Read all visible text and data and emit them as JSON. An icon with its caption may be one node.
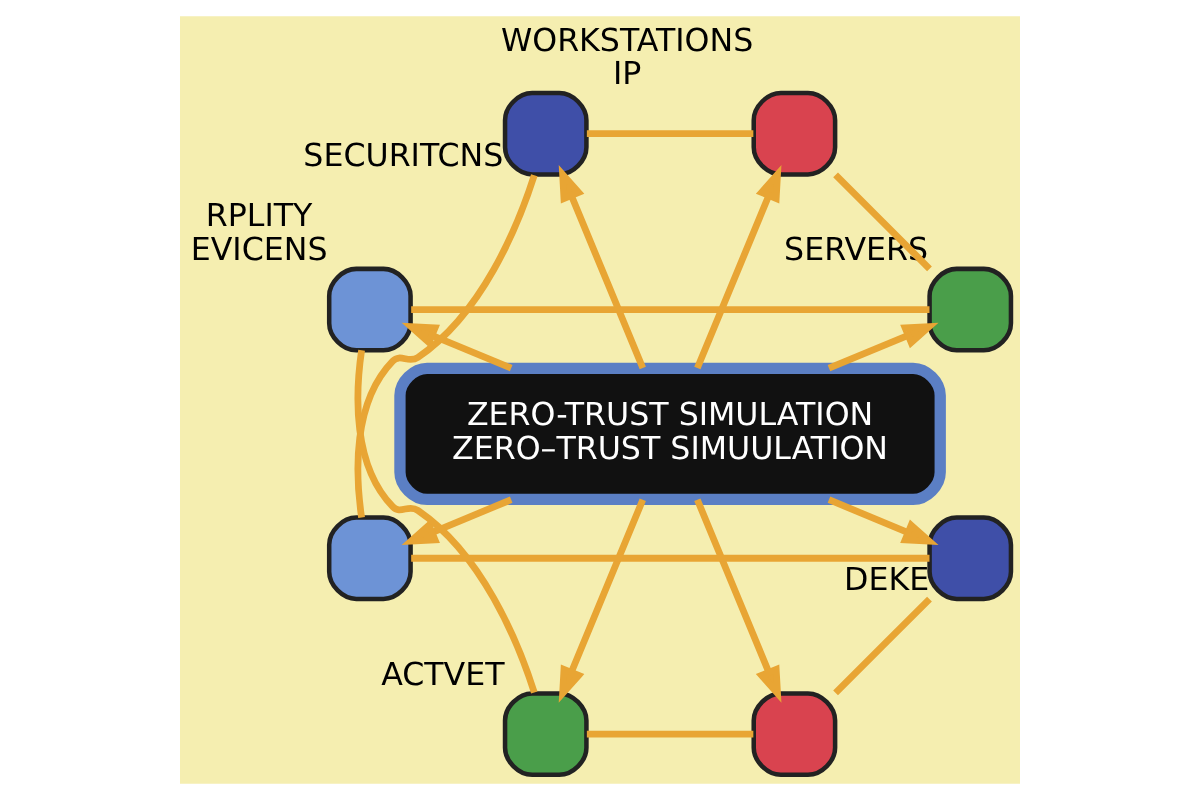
{
  "diagram": {
    "nodes": [
      {
        "text": [],
        "shape": "box",
        "beside": [
          "SERVERS"
        ]
      },
      {
        "text": [],
        "shape": "box",
        "beside": [
          "WORKSTATIONS",
          "IP"
        ]
      },
      {
        "text": [],
        "shape": "box",
        "beside": [
          "SECURITCNS"
        ]
      },
      {
        "text": [],
        "shape": "box",
        "beside": [
          "RPLITY",
          "EVICENS"
        ]
      },
      {
        "text": [
          "ZERO-TRUST SIMULATION",
          "ZERO–TRUST SIMUULATION"
        ]
      },
      {
        "text": [],
        "shape": "box"
      },
      {
        "text": [],
        "shape": "box",
        "beside": [
          "ACTVET"
        ]
      },
      {
        "text": [],
        "shape": "box"
      },
      {
        "text": [],
        "shape": "box",
        "beside": [
          "DEKE"
        ]
      }
    ],
    "edges": [
      {
        "from": 4,
        "to": 0,
        "arrow": "to"
      },
      {
        "from": 4,
        "to": 1,
        "arrow": "to"
      },
      {
        "from": 4,
        "to": 2,
        "arrow": "to"
      },
      {
        "from": 4,
        "to": 3,
        "arrow": "to"
      },
      {
        "from": 4,
        "to": 5,
        "arrow": "to"
      },
      {
        "from": 4,
        "to": 6,
        "arrow": "to"
      },
      {
        "from": 4,
        "to": 7,
        "arrow": "to"
      },
      {
        "from": 4,
        "to": 8,
        "arrow": "to"
      },
      {
        "from": 0,
        "to": 1,
        "arrow": "none"
      },
      {
        "from": 1,
        "to": 2,
        "arrow": "none"
      },
      {
        "from": 2,
        "to": 5,
        "arrow": "none"
      },
      {
        "from": 5,
        "to": 8,
        "arrow": "none"
      },
      {
        "from": 8,
        "to": 7,
        "arrow": "none"
      },
      {
        "from": 7,
        "to": 6,
        "arrow": "none"
      },
      {
        "from": 6,
        "to": 3,
        "arrow": "none"
      },
      {
        "from": 3,
        "to": 0,
        "arrow": "none"
      }
    ]
  }
}
